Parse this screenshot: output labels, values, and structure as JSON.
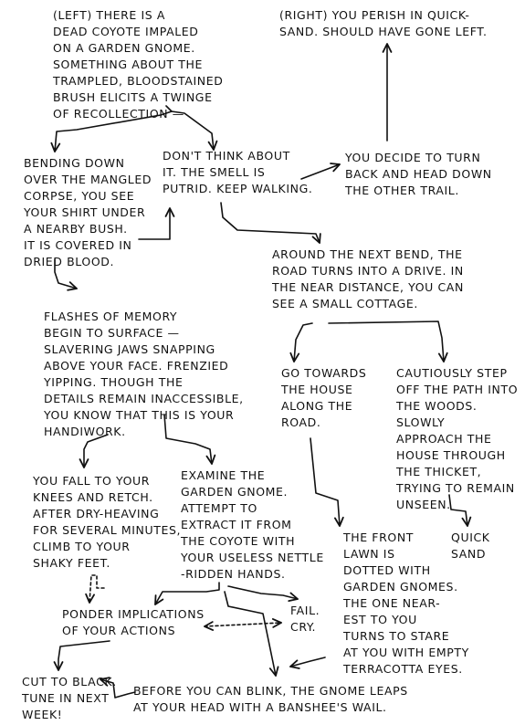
{
  "diagram": {
    "nodes": [
      {
        "id": "coyote",
        "text": "(Left) There is a\ndead coyote impaled\non a garden gnome.\nSomething about the\ntrampled, bloodstained\nbrush elicits a twinge\nof recollection —"
      },
      {
        "id": "quicksand_right",
        "text": "(Right) You perish in quick-\nsand. Should have gone left."
      },
      {
        "id": "bending",
        "text": "Bending down\nover the mangled\ncorpse, you see\nyour shirt under\na nearby bush.\nIt is covered in\ndried blood."
      },
      {
        "id": "dont_think",
        "text": "Don't think about\nit. The smell is\nputrid. Keep walking."
      },
      {
        "id": "turn_back",
        "text": "You decide to turn\nback and head down\nthe other trail."
      },
      {
        "id": "next_bend",
        "text": "Around the next bend, the\nroad turns into a drive. In\nthe near distance, you can\nsee a small cottage."
      },
      {
        "id": "flashes",
        "text": "Flashes of memory\nbegin to surface —\nslavering jaws snapping\nabove your face. Frenzied\nyipping. Though the\ndetails remain inaccessible,\nyou know that this is your\nhandiwork."
      },
      {
        "id": "go_towards",
        "text": "Go towards\nthe house\nalong the\nroad."
      },
      {
        "id": "cautiously",
        "text": "Cautiously step\noff the path into\nthe woods. Slowly\napproach the\nhouse through\nthe thicket,\ntrying to remain\nunseen."
      },
      {
        "id": "fall",
        "text": "You fall to your\nknees and retch.\nAfter dry-heaving\nfor several minutes,\nclimb to your\nshaky feet."
      },
      {
        "id": "examine",
        "text": "Examine the\ngarden gnome.\nAttempt to\nextract it from\nthe coyote with\nyour useless nettle\n-ridden hands."
      },
      {
        "id": "front_lawn",
        "text": "The front\nlawn is\ndotted with\ngarden gnomes.\nThe one near-\nest to you\nturns to stare\nat you with empty\nterracotta eyes."
      },
      {
        "id": "quicksand",
        "text": "Quick\nsand"
      },
      {
        "id": "ponder",
        "text": "Ponder implications\nof your actions"
      },
      {
        "id": "fail",
        "text": "Fail.\nCry."
      },
      {
        "id": "cut",
        "text": "Cut to black.\nTune in next\nweek!"
      },
      {
        "id": "blink",
        "text": "Before you can blink, the gnome leaps\nat your head with a banshee's wail."
      }
    ],
    "edges": [
      {
        "from": "coyote",
        "to": "bending"
      },
      {
        "from": "coyote",
        "to": "dont_think"
      },
      {
        "from": "bending",
        "to": "dont_think"
      },
      {
        "from": "bending",
        "to": "flashes"
      },
      {
        "from": "dont_think",
        "to": "turn_back"
      },
      {
        "from": "turn_back",
        "to": "quicksand_right"
      },
      {
        "from": "dont_think",
        "to": "next_bend"
      },
      {
        "from": "next_bend",
        "to": "go_towards"
      },
      {
        "from": "next_bend",
        "to": "cautiously"
      },
      {
        "from": "flashes",
        "to": "fall"
      },
      {
        "from": "flashes",
        "to": "examine"
      },
      {
        "from": "go_towards",
        "to": "front_lawn"
      },
      {
        "from": "cautiously",
        "to": "quicksand"
      },
      {
        "from": "fall",
        "to": "ponder",
        "style": "dashed"
      },
      {
        "from": "examine",
        "to": "ponder"
      },
      {
        "from": "examine",
        "to": "fail"
      },
      {
        "from": "examine",
        "to": "blink"
      },
      {
        "from": "ponder",
        "to": "fail",
        "style": "dashed"
      },
      {
        "from": "ponder",
        "to": "cut"
      },
      {
        "from": "front_lawn",
        "to": "blink"
      },
      {
        "from": "blink",
        "to": "cut"
      }
    ]
  }
}
